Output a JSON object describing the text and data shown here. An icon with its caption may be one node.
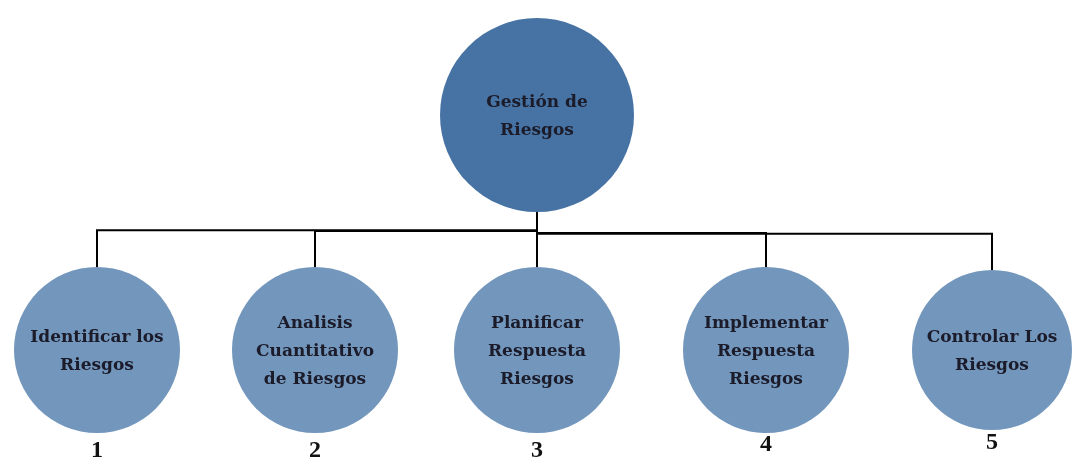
{
  "diagram": {
    "nodes": [
      {
        "text": [
          "Gestión de Riesgos"
        ]
      },
      {
        "text": [
          "Identificar los Riesgos"
        ],
        "beside": [
          "1"
        ]
      },
      {
        "text": [
          "Analisis Cuantitativo de Riesgos"
        ],
        "beside": [
          "2"
        ]
      },
      {
        "text": [
          "Planificar Respuesta Riesgos"
        ],
        "beside": [
          "3"
        ]
      },
      {
        "text": [
          "Implementar Respuesta Riesgos"
        ],
        "beside": [
          "4"
        ]
      },
      {
        "text": [
          "Controlar Los Riesgos"
        ],
        "beside": [
          "5"
        ]
      }
    ],
    "edges": [
      {
        "from": 0,
        "to": 1,
        "arrow": "none"
      },
      {
        "from": 0,
        "to": 2,
        "arrow": "none"
      },
      {
        "from": 0,
        "to": 3,
        "arrow": "none"
      },
      {
        "from": 0,
        "to": 4,
        "arrow": "none"
      },
      {
        "from": 0,
        "to": 5,
        "arrow": "none"
      }
    ]
  }
}
